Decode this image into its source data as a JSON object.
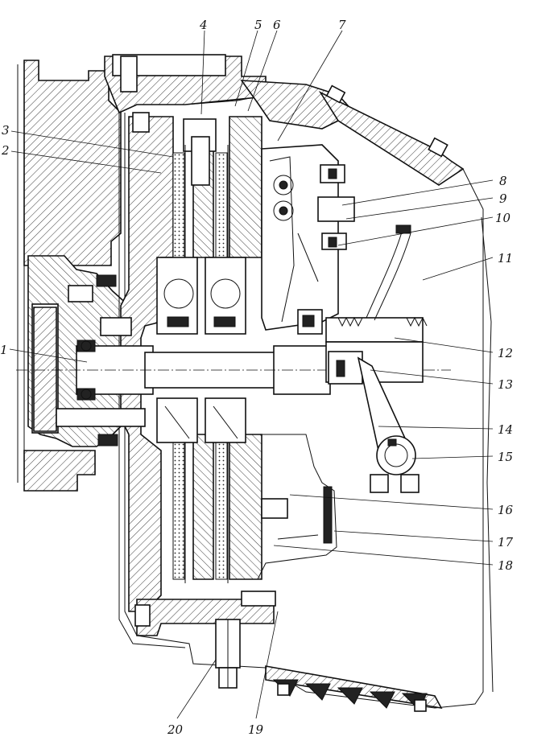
{
  "figure": {
    "callouts": [
      {
        "id": "c1",
        "text": "1"
      },
      {
        "id": "c2",
        "text": "2"
      },
      {
        "id": "c3",
        "text": "3"
      },
      {
        "id": "c4",
        "text": "4"
      },
      {
        "id": "c5",
        "text": "5"
      },
      {
        "id": "c6",
        "text": "6"
      },
      {
        "id": "c7",
        "text": "7"
      },
      {
        "id": "c8",
        "text": "8"
      },
      {
        "id": "c9",
        "text": "9"
      },
      {
        "id": "c10",
        "text": "10"
      },
      {
        "id": "c11",
        "text": "11"
      },
      {
        "id": "c12",
        "text": "12"
      },
      {
        "id": "c13",
        "text": "13"
      },
      {
        "id": "c14",
        "text": "14"
      },
      {
        "id": "c15",
        "text": "15"
      },
      {
        "id": "c16",
        "text": "16"
      },
      {
        "id": "c17",
        "text": "17"
      },
      {
        "id": "c18",
        "text": "18"
      },
      {
        "id": "c19",
        "text": "19"
      },
      {
        "id": "c20",
        "text": "20"
      }
    ]
  }
}
